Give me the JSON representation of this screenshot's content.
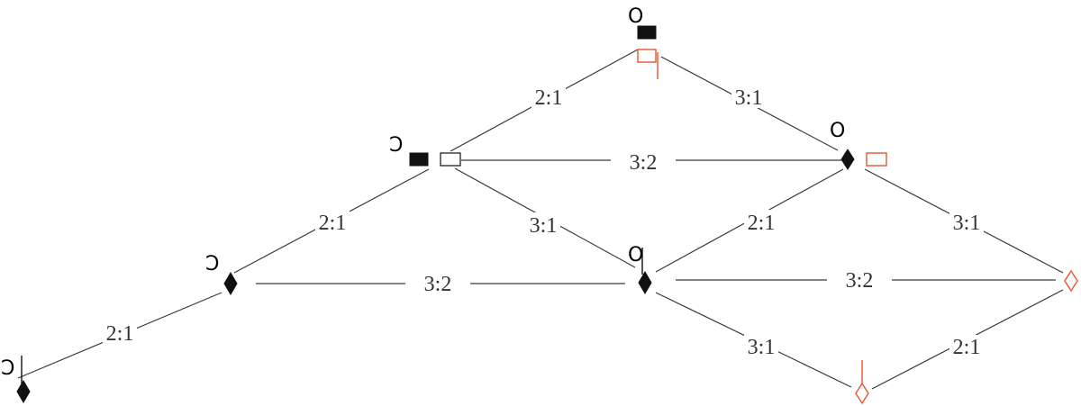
{
  "diagram": {
    "edge_labels": {
      "top_left": "2:1",
      "top_right": "3:1",
      "row2_horizontal": "3:2",
      "left_upper": "2:1",
      "center_upper": "3:1",
      "center_right_upper": "2:1",
      "right_upper": "3:1",
      "row3_left_horizontal": "3:2",
      "row3_right_horizontal": "3:2",
      "left_lower": "2:1",
      "center_lower": "3:1",
      "right_lower": "2:1"
    },
    "symbols": {
      "open_circle": "O",
      "reversed_c": "Ɔ"
    },
    "colors": {
      "black": "#111111",
      "red": "#e8542a",
      "line": "#3a3a3a"
    }
  }
}
